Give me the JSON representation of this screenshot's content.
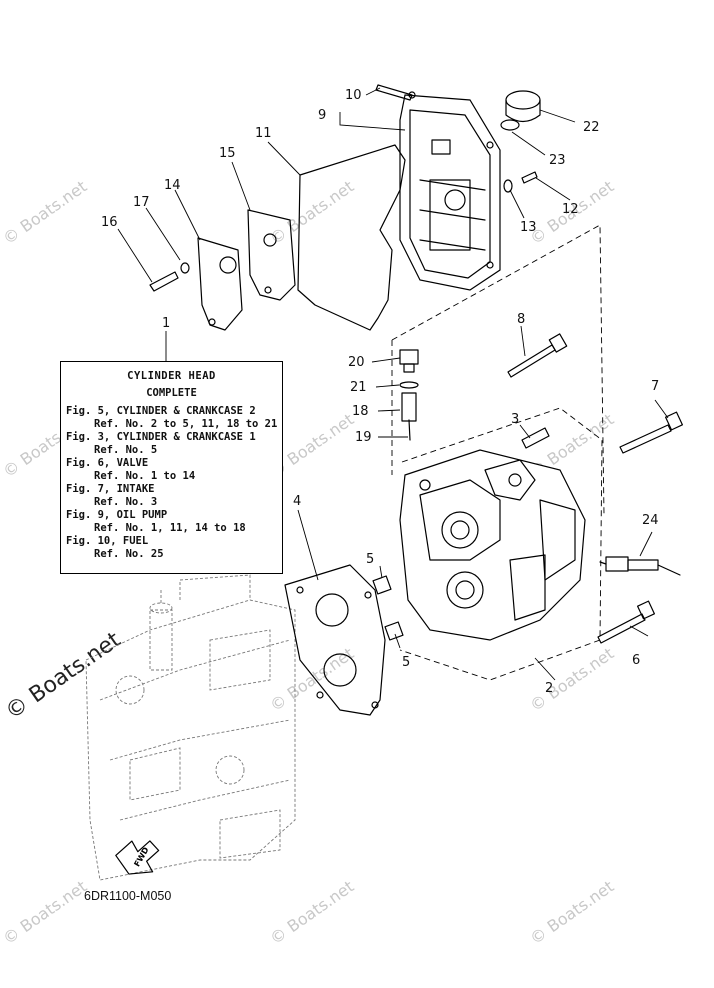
{
  "legend": {
    "title": "CYLINDER HEAD",
    "subtitle": "COMPLETE",
    "entries": [
      {
        "fig": "Fig. 5, CYLINDER & CRANKCASE 2",
        "ref": "Ref. No. 2 to 5, 11, 18 to 21"
      },
      {
        "fig": "Fig. 3, CYLINDER & CRANKCASE 1",
        "ref": "Ref. No. 5"
      },
      {
        "fig": "Fig. 6, VALVE",
        "ref": "Ref. No. 1 to 14"
      },
      {
        "fig": "Fig. 7, INTAKE",
        "ref": "Ref. No. 3"
      },
      {
        "fig": "Fig. 9, OIL PUMP",
        "ref": "Ref. No. 1, 11, 14 to 18"
      },
      {
        "fig": "Fig. 10, FUEL",
        "ref": "Ref. No. 25"
      }
    ]
  },
  "callouts": {
    "c1": "1",
    "c2": "2",
    "c3": "3",
    "c4": "4",
    "c5a": "5",
    "c5b": "5",
    "c6": "6",
    "c7": "7",
    "c8": "8",
    "c9": "9",
    "c10": "10",
    "c11": "11",
    "c12": "12",
    "c13": "13",
    "c14": "14",
    "c15": "15",
    "c16": "16",
    "c17": "17",
    "c18": "18",
    "c19": "19",
    "c20": "20",
    "c21": "21",
    "c22": "22",
    "c23": "23",
    "c24": "24"
  },
  "fwd_label": "FWD",
  "diagram_code": "6DR1100-M050",
  "watermark": {
    "small": "© Boats.net",
    "large": "© Boats.net",
    "color": "#c8c8c8"
  }
}
